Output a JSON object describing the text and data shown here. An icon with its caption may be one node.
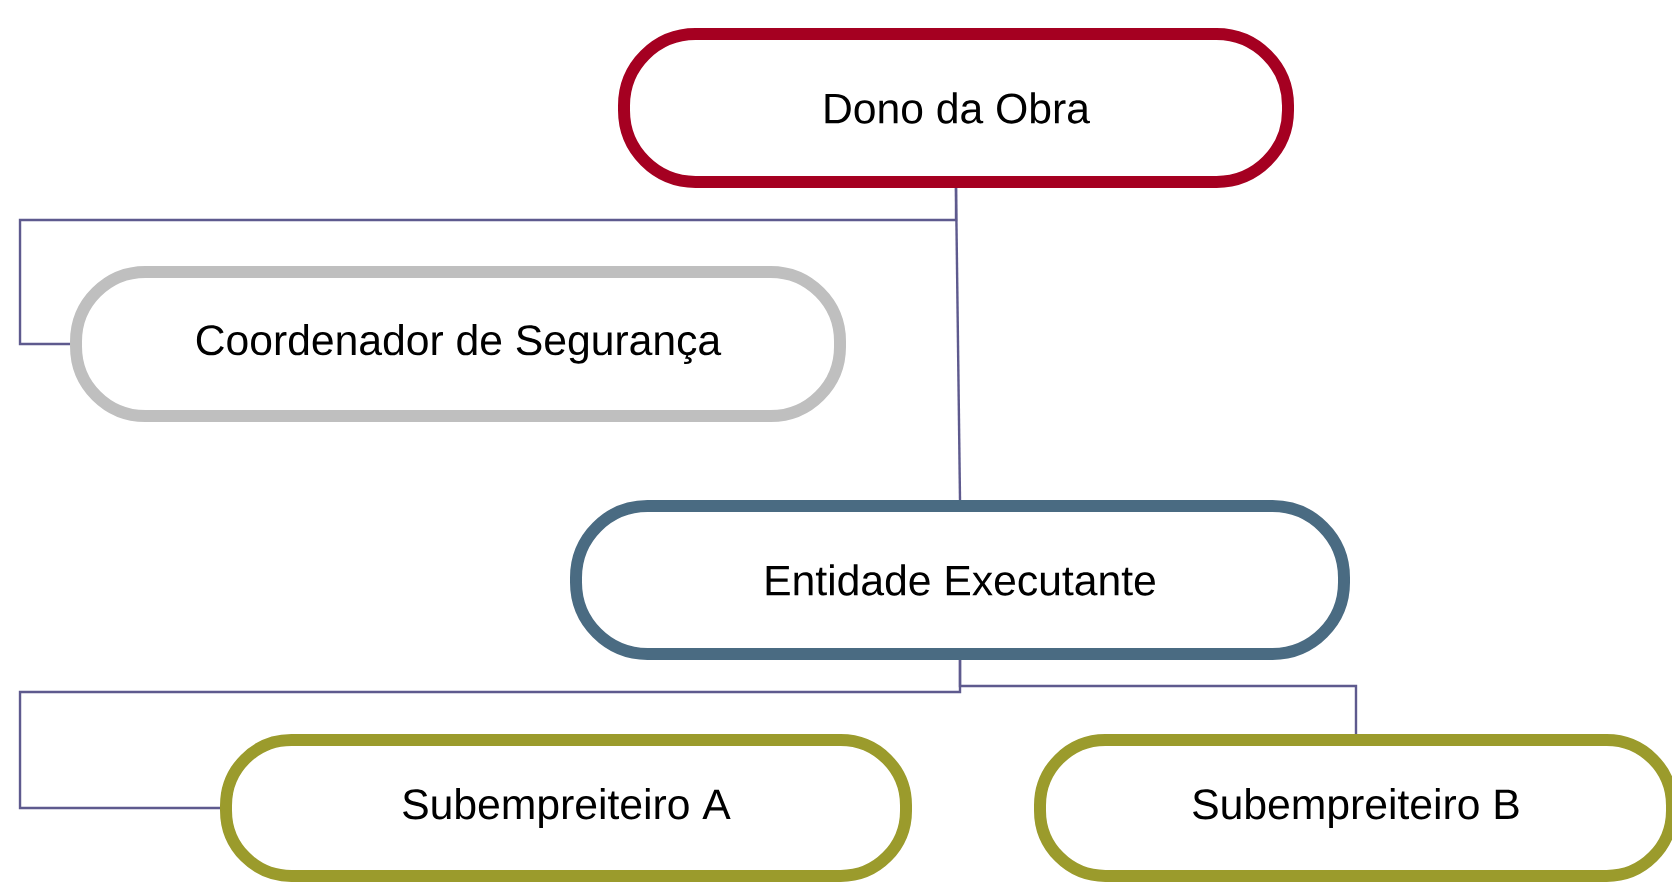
{
  "diagram": {
    "nodes": [
      {
        "text": [
          "Dono da Obra"
        ]
      },
      {
        "text": [
          "Coordenador de Segurança"
        ]
      },
      {
        "text": [
          "Entidade Executante"
        ]
      },
      {
        "text": [
          "Subempreiteiro A"
        ]
      },
      {
        "text": [
          "Subempreiteiro B"
        ]
      }
    ],
    "edges": [
      {
        "from": 0,
        "to": 1,
        "arrow": "none"
      },
      {
        "from": 0,
        "to": 2,
        "arrow": "none"
      },
      {
        "from": 2,
        "to": 3,
        "arrow": "none"
      },
      {
        "from": 2,
        "to": 4,
        "arrow": "none"
      }
    ]
  }
}
